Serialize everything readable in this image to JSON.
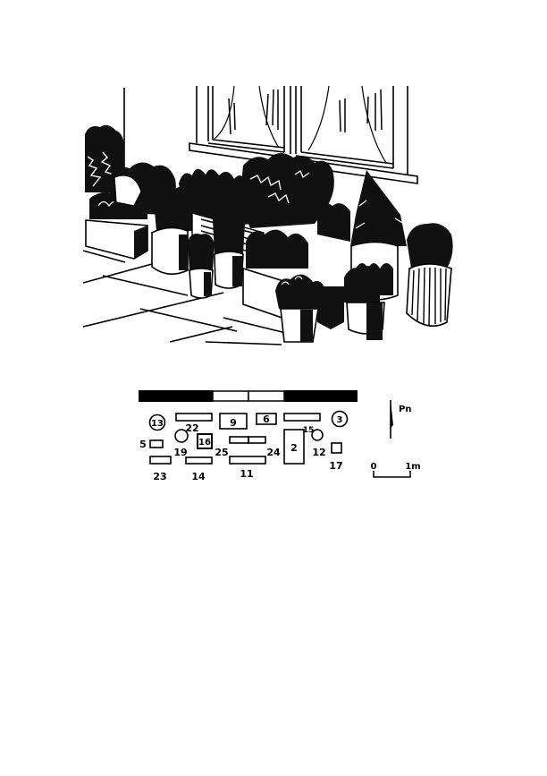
{
  "illustration": {
    "subject": "Potted herb garden on a paved terrace in front of a house wall with two windows",
    "elements": [
      "window-left",
      "window-right",
      "window-sill",
      "paving-stones",
      "planter-boxes",
      "round-pots",
      "herb-plants",
      "shrub-left"
    ]
  },
  "plan": {
    "scale_bar": {
      "segments": [
        "black",
        "white",
        "white",
        "black"
      ]
    },
    "items": [
      {
        "id": "13",
        "shape": "circle-label"
      },
      {
        "id": "22",
        "shape": "rect"
      },
      {
        "id": "9",
        "shape": "rect"
      },
      {
        "id": "6",
        "shape": "rect"
      },
      {
        "id": "15",
        "shape": "rect"
      },
      {
        "id": "3",
        "shape": "circle-label"
      },
      {
        "id": "19",
        "shape": "circle"
      },
      {
        "id": "16",
        "shape": "square"
      },
      {
        "id": "25",
        "shape": "rect-half"
      },
      {
        "id": "24",
        "shape": "rect-half"
      },
      {
        "id": "2",
        "shape": "tall-rect"
      },
      {
        "id": "12",
        "shape": "circle"
      },
      {
        "id": "17",
        "shape": "square"
      },
      {
        "id": "5",
        "shape": "rect"
      },
      {
        "id": "23",
        "shape": "rect"
      },
      {
        "id": "14",
        "shape": "rect"
      },
      {
        "id": "11",
        "shape": "rect"
      }
    ],
    "labels": {
      "l13": "13",
      "l22": "22",
      "l9": "9",
      "l6": "6",
      "l15": "15",
      "l3": "3",
      "l19": "19",
      "l16": "16",
      "l25": "25",
      "l24": "24",
      "l2": "2",
      "l12": "12",
      "l17": "17",
      "l5": "5",
      "l23": "23",
      "l14": "14",
      "l11": "11"
    },
    "north_arrow": {
      "label": "Pn"
    },
    "scale": {
      "start": "0",
      "end": "1m"
    }
  }
}
